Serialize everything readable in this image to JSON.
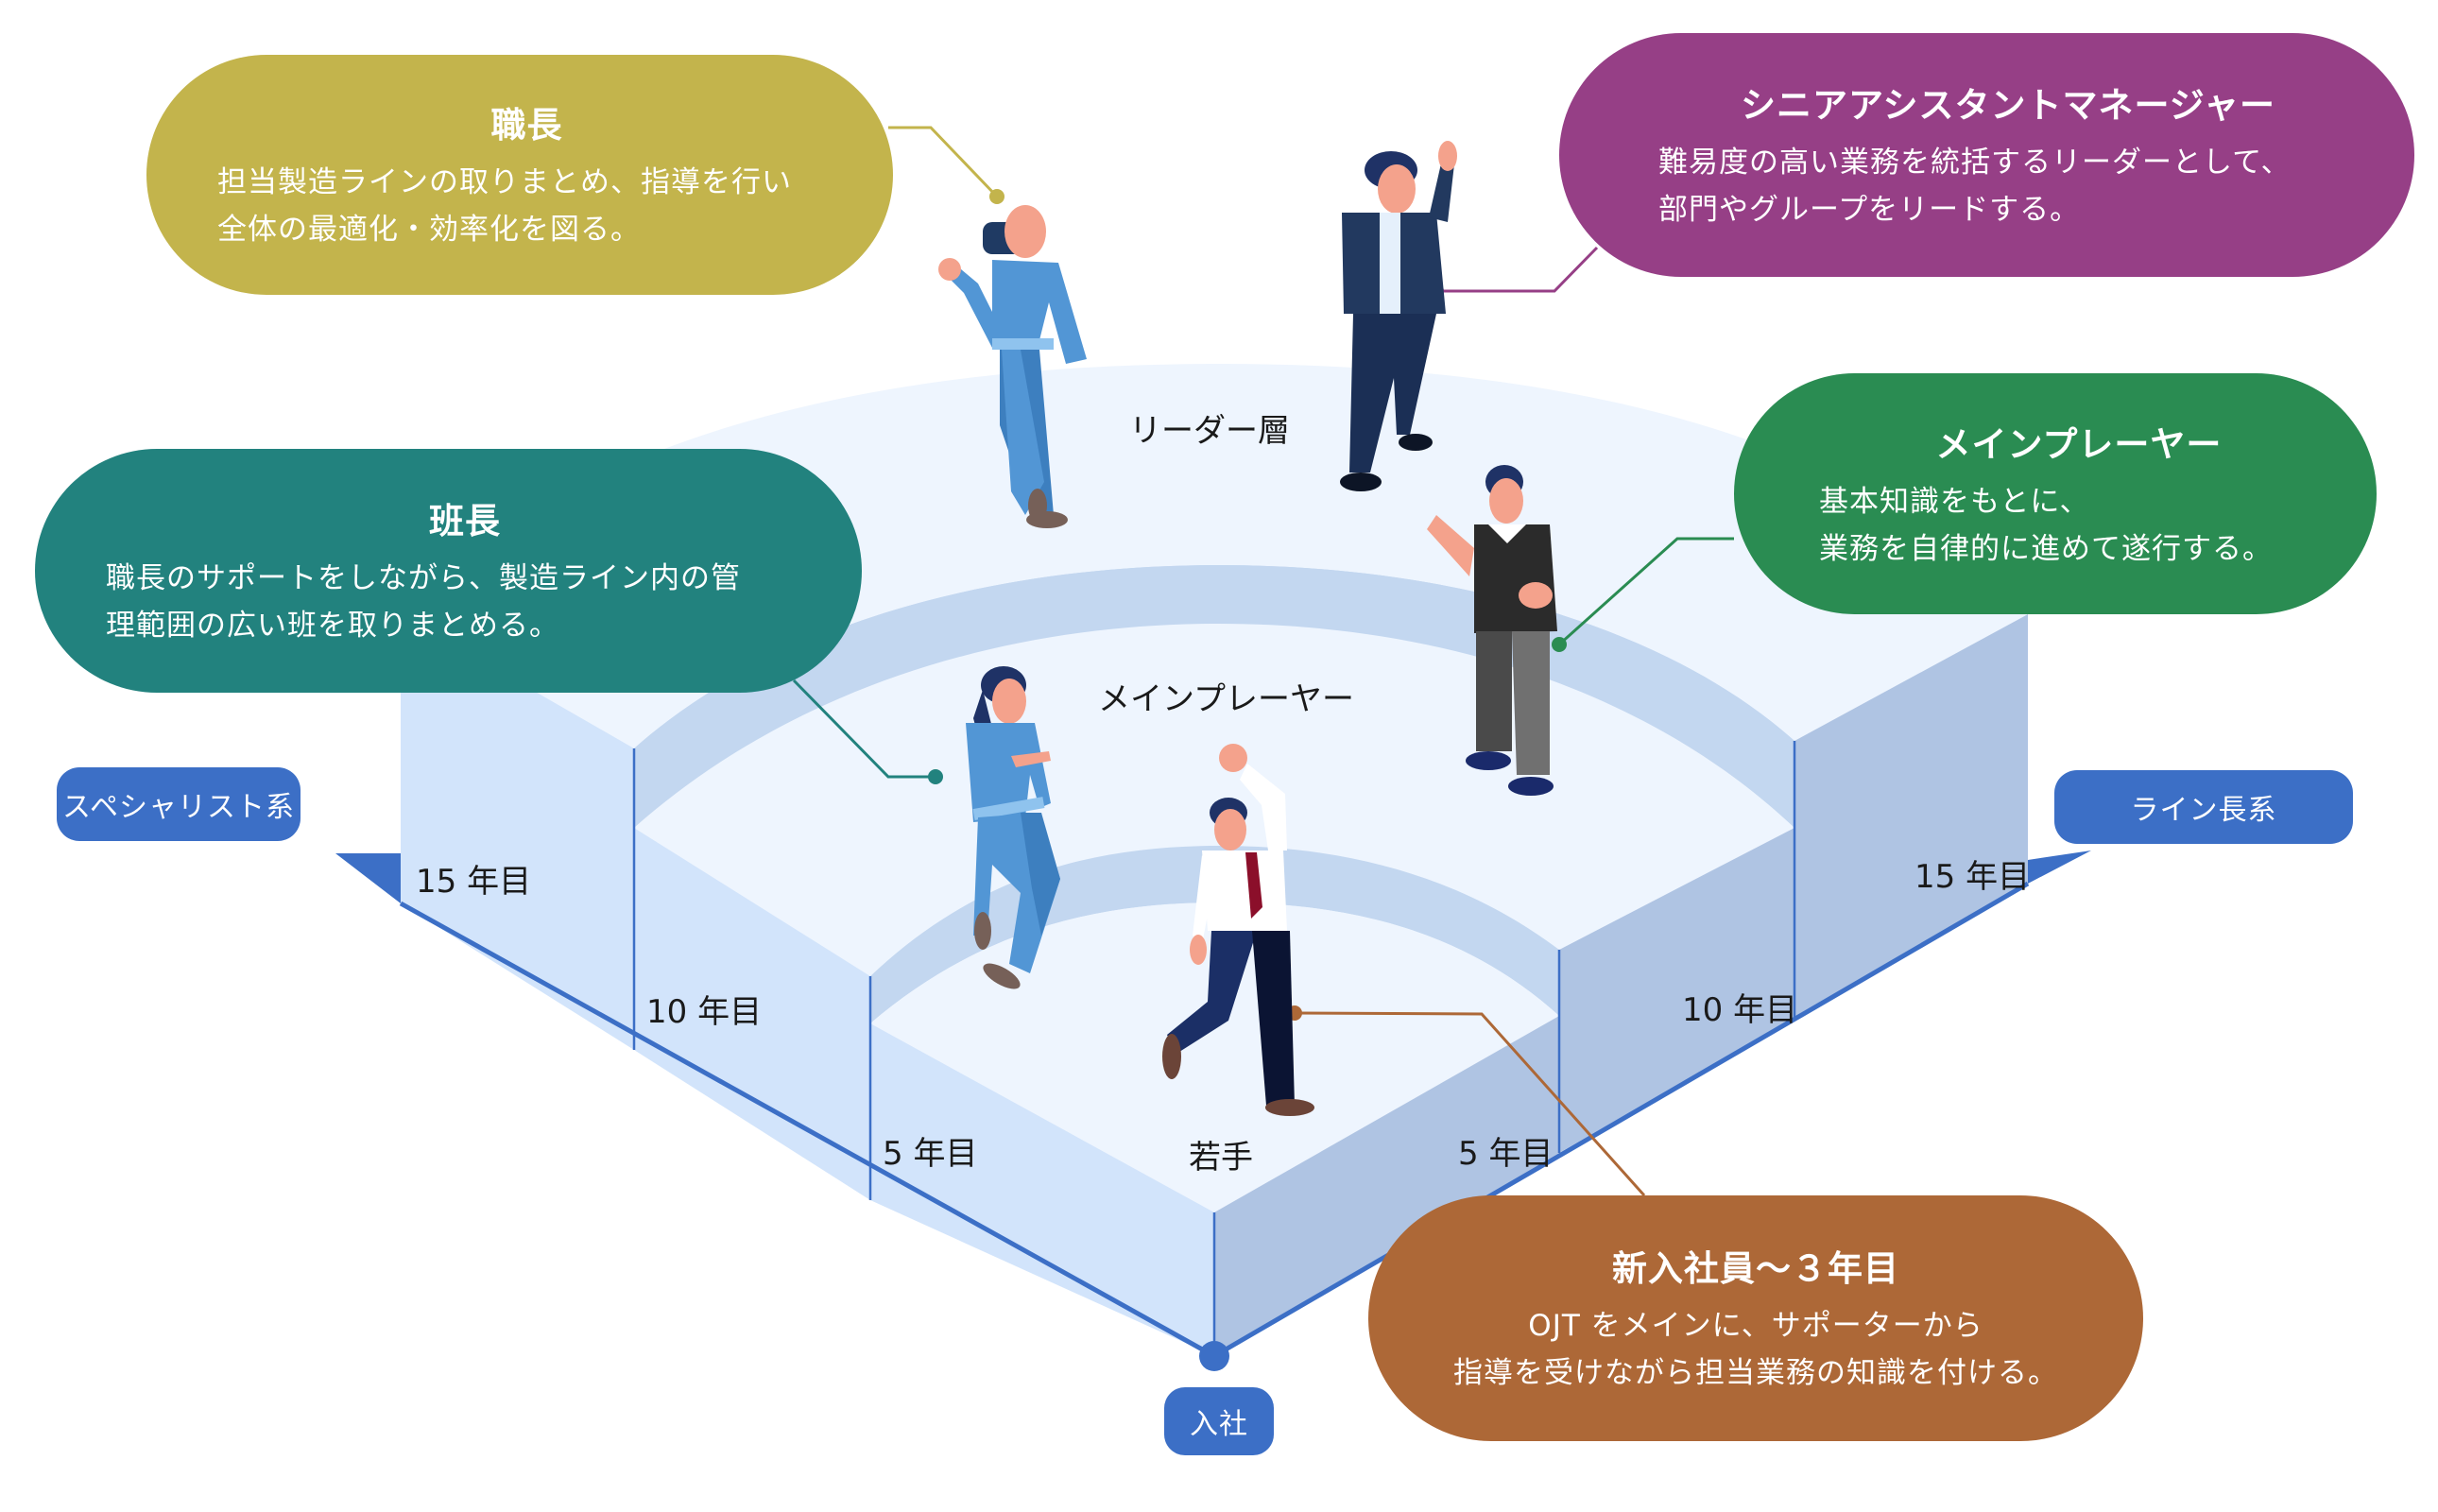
{
  "diagram": {
    "title": "キャリアステップ図",
    "colors": {
      "tag_blue": "#3c6fc6",
      "face_light": "#eef5fe",
      "face_left": "#d2e4fb",
      "face_right": "#afc4e3",
      "band": "#c3d7f0",
      "shokucho": "#c3b44c",
      "senior_am": "#963f86",
      "main_player": "#2a8c52",
      "hancho": "#22827e",
      "newcomer": "#ad6837"
    },
    "tracks": {
      "left": "スペシャリスト系",
      "right": "ライン長系",
      "start": "入社"
    },
    "layers": {
      "leader": "リーダー層",
      "main": "メインプレーヤー",
      "young": "若手"
    },
    "year_labels": {
      "left": [
        "15 年目",
        "10 年目",
        "5 年目"
      ],
      "right": [
        "15 年目",
        "10 年目",
        "5 年目"
      ]
    },
    "bubbles": {
      "shokucho": {
        "title": "職長",
        "body": "担当製造ラインの取りまとめ、指導を行い\n全体の最適化・効率化を図る。"
      },
      "senior_am": {
        "title": "シニアアシスタントマネージャー",
        "body": "難易度の高い業務を統括するリーダーとして、\n部門やグループをリードする。"
      },
      "main_player": {
        "title": "メインプレーヤー",
        "body": "基本知識をもとに、\n業務を自律的に進めて遂行する。"
      },
      "hancho": {
        "title": "班長",
        "body": "職長のサポートをしながら、製造ライン内の管\n理範囲の広い班を取りまとめる。"
      },
      "newcomer": {
        "title": "新入社員～３年目",
        "body": "OJT をメインに、サポーターから\n指導を受けながら担当業務の知識を付ける。"
      }
    }
  }
}
